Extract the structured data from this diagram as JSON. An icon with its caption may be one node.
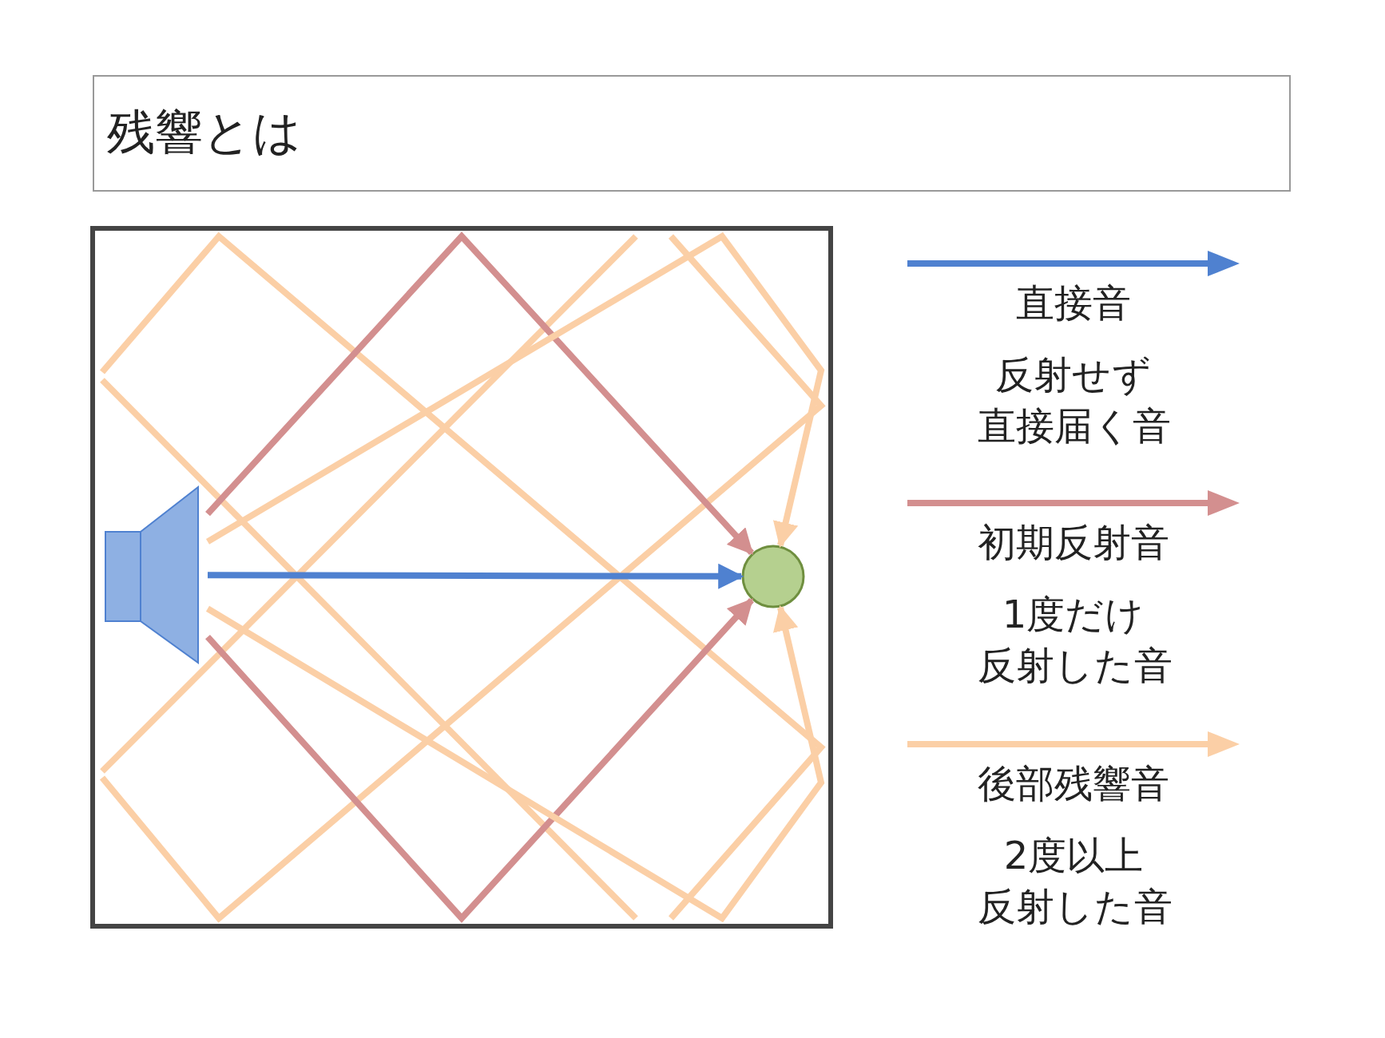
{
  "diagram": {
    "nodes": [
      {
        "text": [
          "残響とは"
        ]
      },
      {
        "text": [],
        "shape": "box"
      },
      {
        "text": [],
        "shape": "speaker",
        "in": 1
      },
      {
        "text": [],
        "shape": "circle",
        "in": 1
      }
    ],
    "edges": [
      {
        "from": 2,
        "to": 3,
        "arrow": "to",
        "color": "#4f81d0"
      },
      {
        "from": 2,
        "to": 3,
        "arrow": "to",
        "color": "#d38f8f"
      },
      {
        "from": 2,
        "to": 3,
        "arrow": "to",
        "color": "#d38f8f"
      },
      {
        "from": 2,
        "to": 3,
        "arrow": "to",
        "color": "#fbcfa6"
      },
      {
        "from": 2,
        "to": 3,
        "arrow": "to",
        "color": "#fbcfa6"
      }
    ],
    "labels": [
      "反射せず",
      "直接届く音",
      "1度だけ",
      "反射した音",
      "2度以上",
      "反射した音"
    ],
    "legend": [
      {
        "text": "直接音",
        "color": "#4f81d0"
      },
      {
        "text": "初期反射音",
        "color": "#d38f8f"
      },
      {
        "text": "後部残響音",
        "color": "#fbcfa6"
      }
    ]
  }
}
